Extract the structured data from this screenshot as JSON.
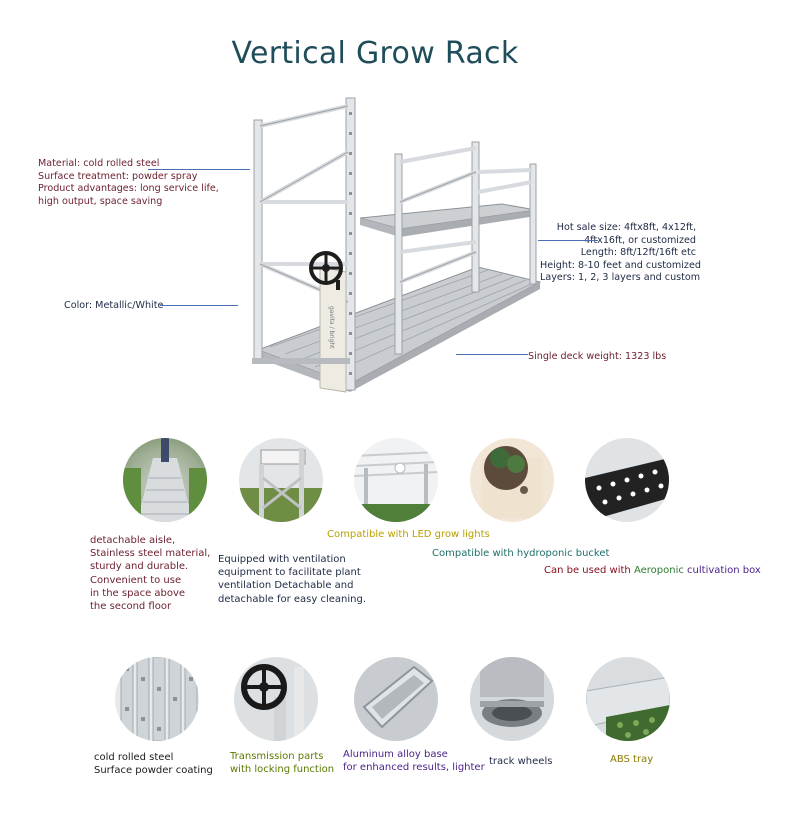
{
  "title": "Vertical Grow Rack",
  "specs_left": [
    "Material: cold rolled steel",
    "Surface treatment: powder spray",
    "Product advantages: long service life,",
    "high output, space saving"
  ],
  "color_spec": "Color: Metallic/White",
  "specs_right": [
    "Hot sale size: 4ftx8ft, 4x12ft,",
    "4ftx16ft, or customized",
    "Length: 8ft/12ft/16ft etc",
    "Height: 8-10 feet and customized",
    "Layers: 1, 2, 3 layers and custom"
  ],
  "deck_weight": "Single deck weight: 1323 lbs",
  "rack_sign_text": "gavita / bright",
  "features_row1": {
    "aisle": [
      "detachable aisle,",
      "Stainless steel material,",
      "sturdy and durable.",
      "Convenient to use",
      "in the space above",
      "the second floor"
    ],
    "ventilation": [
      "Equipped with ventilation",
      "equipment to facilitate plant",
      "ventilation Detachable and",
      "detachable for easy cleaning."
    ],
    "led": "Compatible with LED grow lights",
    "hydroponic": "Compatible with hydroponic bucket",
    "aeroponic_segments": [
      "Can be used with ",
      "Aeroponic",
      " cultivation box"
    ]
  },
  "features_row2": {
    "steel": [
      "cold rolled steel",
      "Surface powder coating"
    ],
    "transmission": [
      "Transmission parts",
      "with locking function"
    ],
    "aluminum": [
      "Aluminum alloy base",
      "for enhanced results, lighter"
    ],
    "wheels": "track wheels",
    "abs": "ABS tray"
  },
  "colors": {
    "title": "#1f4d5a",
    "spec_text": "#6b1f2e",
    "leader_line": "#4b6fb3",
    "led_caption": "#b8a000",
    "hydro_caption": "#1e6f6a",
    "transmission_caption": "#5a7a00",
    "aluminum_caption": "#4a1f8a",
    "abs_caption": "#8a7a00"
  }
}
